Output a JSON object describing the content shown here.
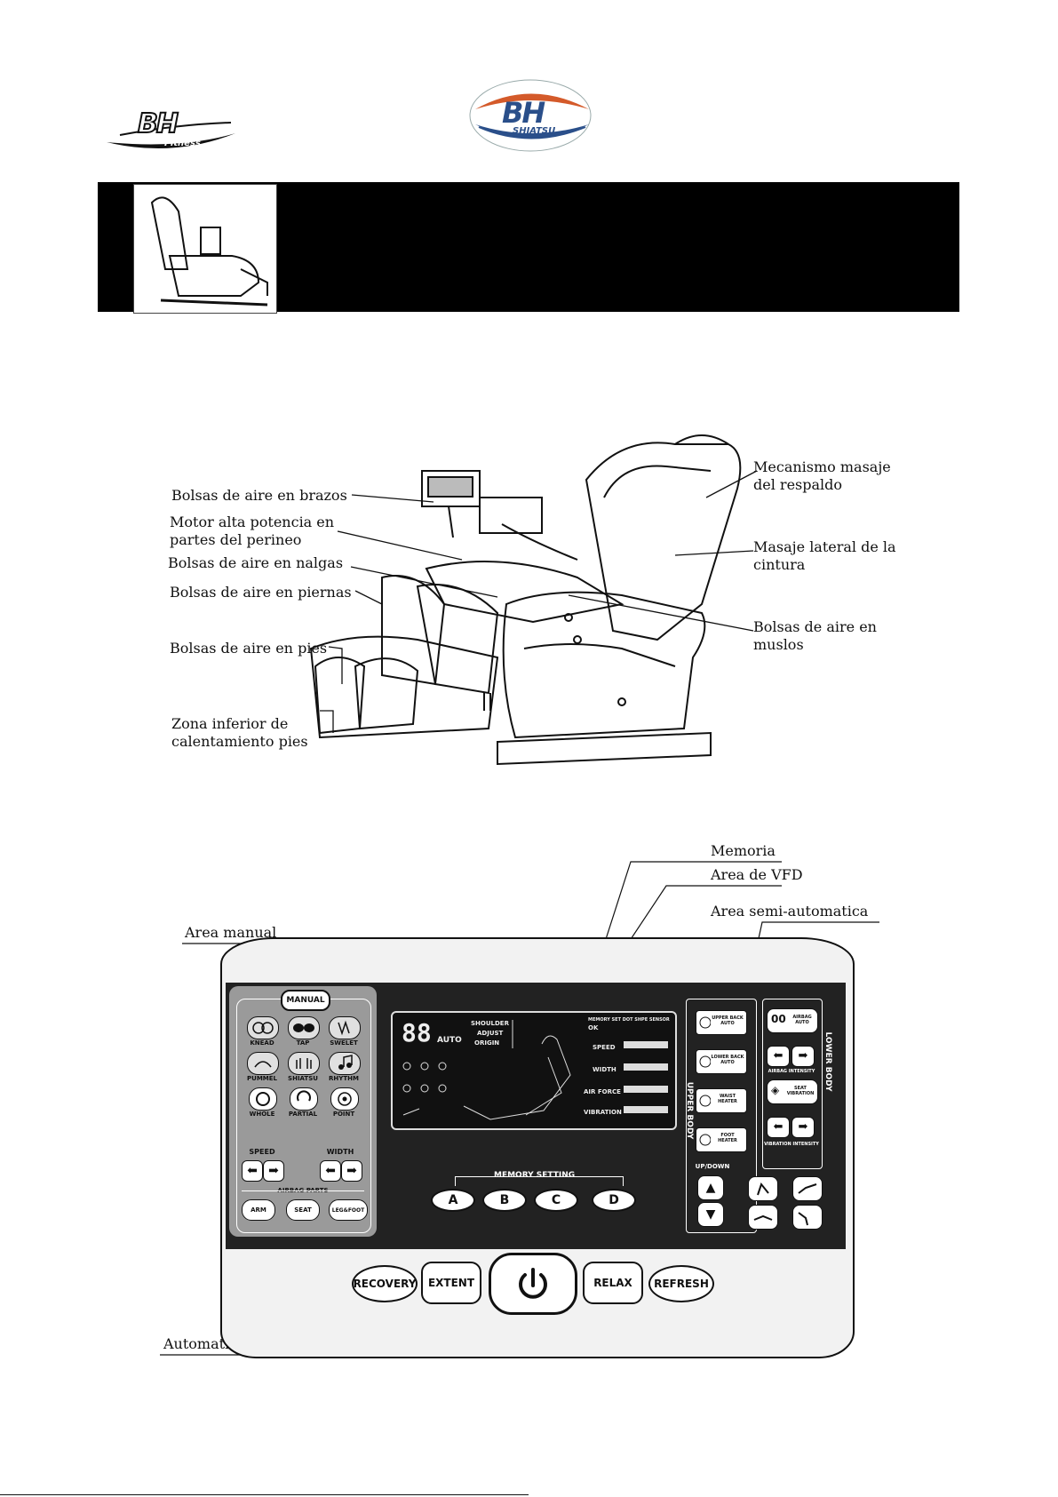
{
  "header": {
    "logo_left": "BH",
    "logo_left_sub": "Fitness",
    "logo_center": "BH",
    "logo_center_sub": "SHIATSU"
  },
  "chair_callouts": {
    "arms": "Bolsas de aire en brazos",
    "motor_l1": "Motor alta potencia en",
    "motor_l2": "partes del perineo",
    "buttocks": "Bolsas de aire en nalgas",
    "legs": "Bolsas de aire en piernas",
    "feet": "Bolsas de aire en pies",
    "heat_l1": "Zona inferior de",
    "heat_l2": "calentamiento pies",
    "backrest_l1": "Mecanismo masaje",
    "backrest_l2": "del respaldo",
    "waist_l1": "Masaje lateral de la",
    "waist_l2": "cintura",
    "thighs_l1": "Bolsas de aire en",
    "thighs_l2": "muslos"
  },
  "panel_callouts": {
    "memory": "Memoria",
    "vfd": "Area de VFD",
    "semi_auto": "Area semi-automatica",
    "manual": "Area manual",
    "full_auto": "Automatico completo"
  },
  "manual_area": {
    "title": "MANUAL",
    "modes": [
      "KNEAD",
      "TAP",
      "SWELET",
      "PUMMEL",
      "SHIATSU",
      "RHYTHM"
    ],
    "ranges": [
      "WHOLE",
      "PARTIAL",
      "POINT"
    ],
    "speed": "SPEED",
    "width": "WIDTH",
    "airbag_parts": "AIRBAG PARTS",
    "arm": "ARM",
    "seat": "SEAT",
    "legfoot": "LEG&FOOT"
  },
  "vfd": {
    "digits": "88",
    "auto": "AUTO",
    "shoulder": "SHOULDER",
    "adjust": "ADJUST",
    "origin": "ORIGIN",
    "memory_row": "MEMORY SET DOT SHPE SENSOR",
    "ok": "OK",
    "speed": "SPEED",
    "width": "WIDTH",
    "air_force": "AIR FORCE",
    "vibration": "VIBRATION"
  },
  "memory_setting": {
    "title": "MEMORY SETTING",
    "buttons": [
      "A",
      "B",
      "C",
      "D"
    ]
  },
  "upper_body": {
    "label": "UPPER BODY",
    "upper_back": "UPPER BACK AUTO",
    "lower_back": "LOWER BACK AUTO",
    "waist_heater": "WAIST HEATER",
    "foot_heater": "FOOT HEATER",
    "updown": "UP/DOWN"
  },
  "lower_body": {
    "label": "LOWER BODY",
    "airbag_auto": "AIRBAG AUTO",
    "airbag_intensity": "AIRBAG INTENSITY",
    "seat_vibration": "SEAT VIBRATION",
    "vibration_intensity": "VIBRATION INTENSITY"
  },
  "bottom_buttons": {
    "recovery": "RECOVERY",
    "extent": "EXTENT",
    "relax": "RELAX",
    "refresh": "REFRESH"
  }
}
